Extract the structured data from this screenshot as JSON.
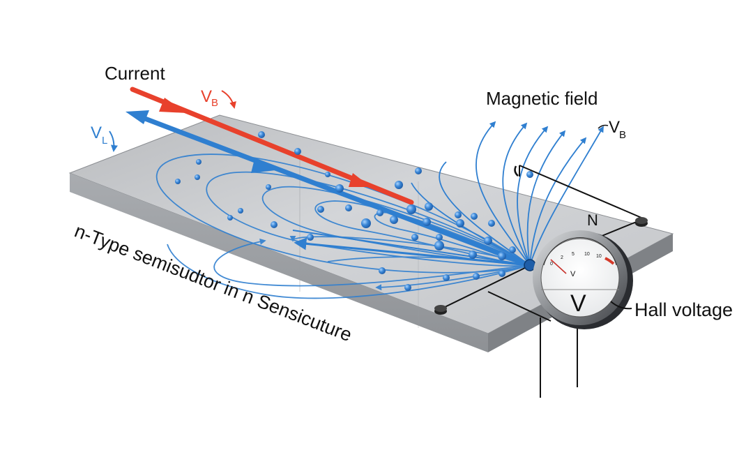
{
  "labels": {
    "current": "Current",
    "vb_top": "V",
    "vb_top_sub": "B",
    "vl": "V",
    "vl_sub": "L",
    "magnetic_field": "Magnetic field",
    "vb_right": "V",
    "vb_right_sub": "B",
    "north": "N",
    "hall_voltage": "Hall voltage",
    "material": "n-Type semisudtor in n Sensicuture"
  },
  "meter": {
    "unit": "V",
    "face_unit": "V",
    "ticks": [
      "0",
      "2",
      "5",
      "10",
      "10"
    ]
  },
  "colors": {
    "current_red": "#e8412c",
    "field_blue": "#2f7fd0",
    "slab_top": "#c9cbce",
    "slab_side": "#9ea1a5"
  }
}
